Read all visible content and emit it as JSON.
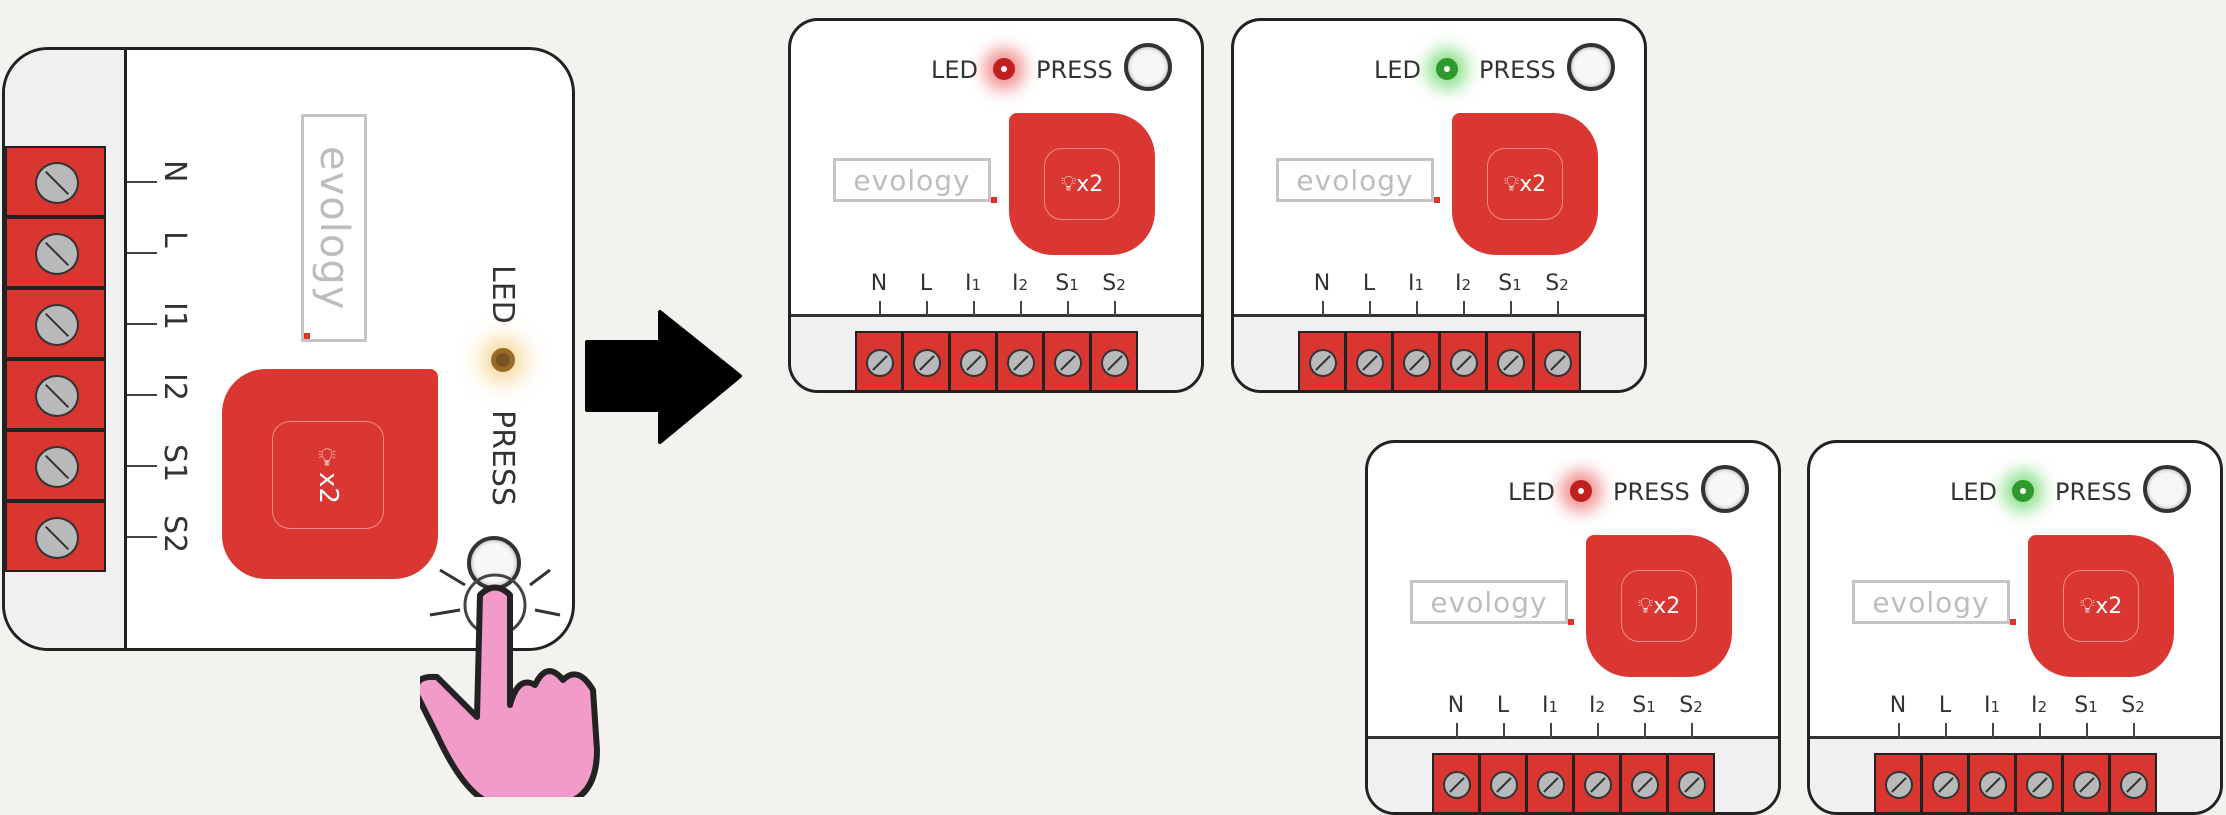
{
  "brand": "evology",
  "led_label": "LED",
  "press_label": "PRESS",
  "multiplier": "x2",
  "terminals": [
    {
      "main": "N",
      "sub": ""
    },
    {
      "main": "L",
      "sub": ""
    },
    {
      "main": "I",
      "sub": "1"
    },
    {
      "main": "I",
      "sub": "2"
    },
    {
      "main": "S",
      "sub": "1"
    },
    {
      "main": "S",
      "sub": "2"
    }
  ],
  "colors": {
    "red": "#da3632",
    "led_amber": "#c58a2a",
    "led_red": "#c0201e",
    "led_green": "#2e9a2e",
    "hand": "#f29ac8"
  },
  "result_devices": [
    {
      "led_state": "red"
    },
    {
      "led_state": "green"
    },
    {
      "led_state": "red"
    },
    {
      "led_state": "green"
    }
  ]
}
